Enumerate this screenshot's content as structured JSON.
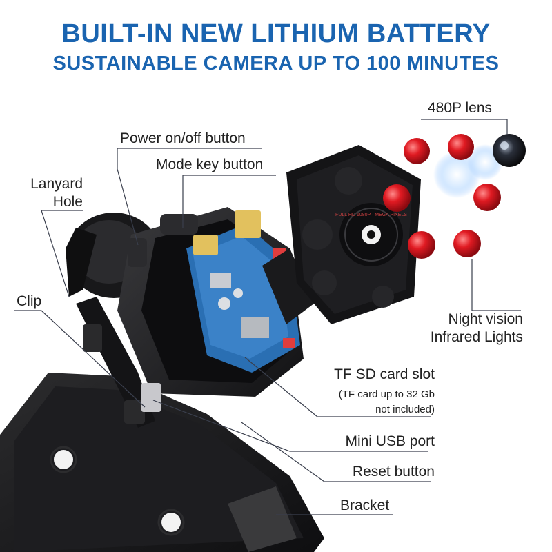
{
  "header": {
    "title": "BUILT-IN NEW LITHIUM BATTERY",
    "subtitle": "SUSTAINABLE CAMERA UP TO 100 MINUTES"
  },
  "labels": {
    "lens": "480P lens",
    "power_button": "Power on/off button",
    "mode_button": "Mode key button",
    "lanyard_line1": "Lanyard",
    "lanyard_line2": "Hole",
    "clip": "Clip",
    "night_line1": "Night vision",
    "night_line2": "Infrared Lights",
    "tf_slot": "TF SD card slot",
    "tf_note_line1": "(TF card up to 32 Gb",
    "tf_note_line2": "not included)",
    "mini_usb": "Mini USB port",
    "reset": "Reset button",
    "bracket": "Bracket"
  },
  "lens_ring_text": "FULL HD 1080P · MEGA PIXELS",
  "colors": {
    "title": "#1a64b0",
    "label_text": "#222222",
    "camera_body": "#1c1c1e",
    "pcb": "#2a6fb3",
    "ir_led": "#d8141c",
    "leader_line": "#3a3f4d"
  }
}
